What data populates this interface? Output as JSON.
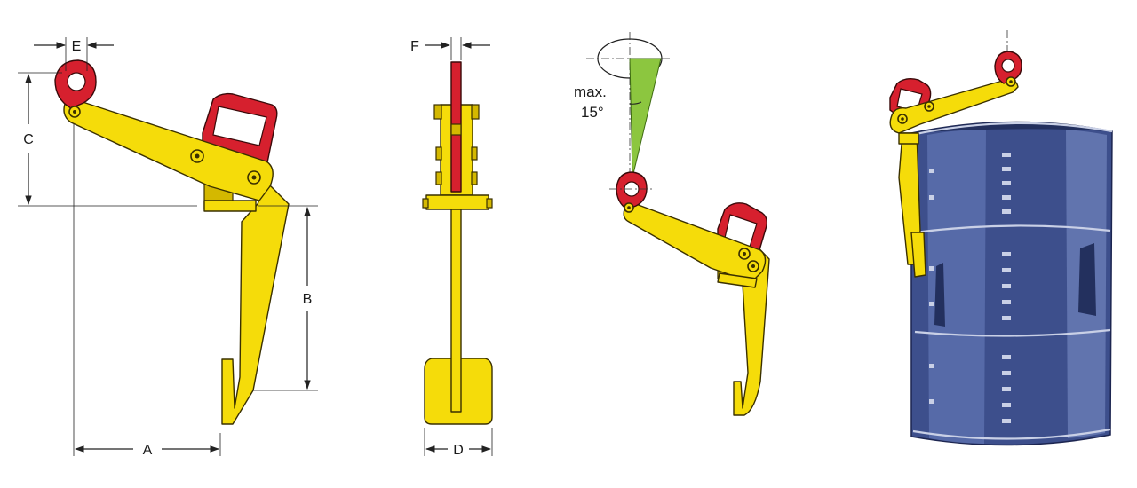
{
  "dimension_labels": {
    "A": "A",
    "B": "B",
    "C": "C",
    "D": "D",
    "E": "E",
    "F": "F"
  },
  "tilt_note": {
    "line1": "max.",
    "line2": "15°"
  },
  "colors": {
    "clamp_body": "#f5dc0a",
    "lifting_eye_and_handle": "#d6202e",
    "tilt_zone": "#8cc63f",
    "drum": "#3d4f8c"
  }
}
